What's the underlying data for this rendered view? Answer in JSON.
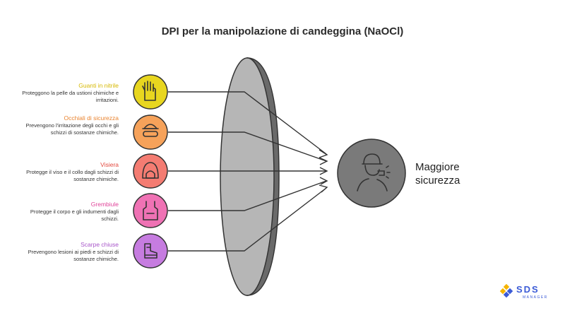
{
  "title": "DPI per la manipolazione di candeggina (NaOCl)",
  "items": [
    {
      "title": "Guanti in nitrile",
      "desc": "Proteggono la pelle da ustioni chimiche e irritazioni.",
      "color": "#e8d61f",
      "title_color": "#d6b800",
      "icon": "glove-icon"
    },
    {
      "title": "Occhiali di sicurezza",
      "desc": "Prevengono l'irritazione degli occhi e gli schizzi di sostanze chimiche.",
      "color": "#f6a25a",
      "title_color": "#e9832f",
      "icon": "safety-goggles-icon"
    },
    {
      "title": "Visiera",
      "desc": "Protegge il viso e il collo dagli schizzi di sostanze chimiche.",
      "color": "#f47c72",
      "title_color": "#e34a3f",
      "icon": "face-shield-icon"
    },
    {
      "title": "Grembiule",
      "desc": "Protegge il corpo e gli indumenti dagli schizzi.",
      "color": "#ef72b4",
      "title_color": "#e0459a",
      "icon": "apron-icon"
    },
    {
      "title": "Scarpe chiuse",
      "desc": "Prevengono lesioni ai piedi e schizzi di sostanze chimiche.",
      "color": "#c67ce0",
      "title_color": "#a855c9",
      "icon": "boot-icon"
    }
  ],
  "outcome": {
    "line1": "Maggiore",
    "line2": "sicurezza",
    "icon": "worker-whistle-icon"
  },
  "logo": {
    "text": "SDS",
    "sub": "MANAGER"
  }
}
